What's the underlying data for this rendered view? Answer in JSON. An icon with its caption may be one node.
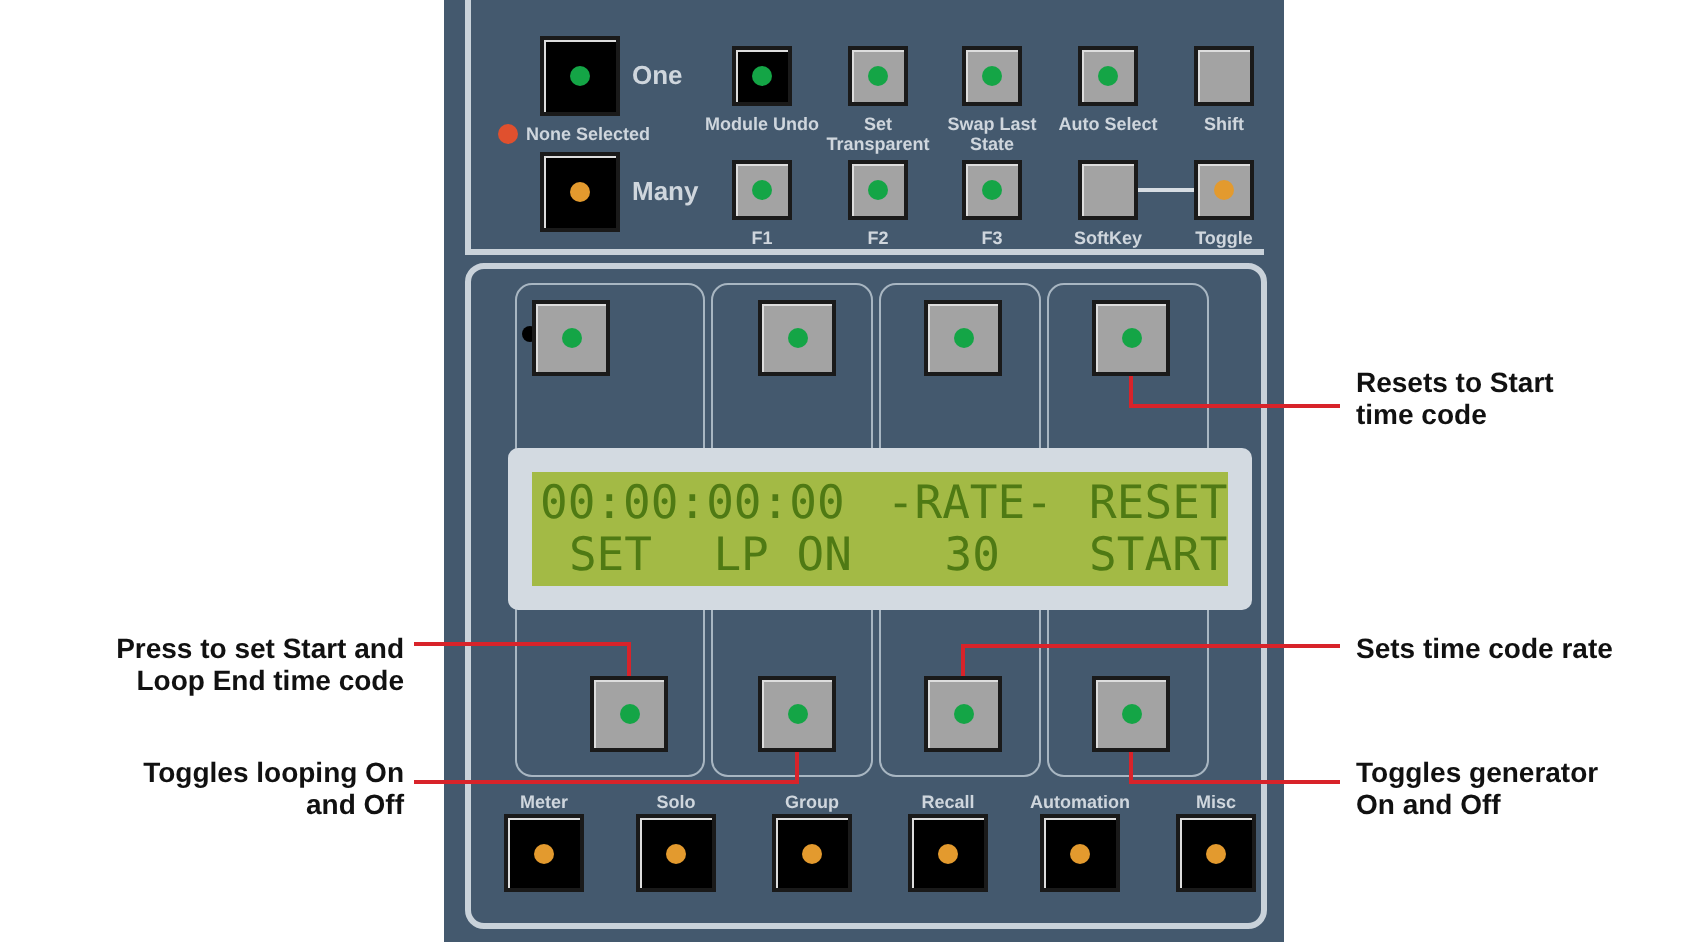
{
  "diagram": {
    "nodes": [
      {
        "text": [
          "One"
        ]
      },
      {
        "text": [
          "Many"
        ]
      },
      {
        "text": [
          "Module Undo"
        ]
      },
      {
        "text": [
          "Set Transparent"
        ]
      },
      {
        "text": [
          "Swap Last State"
        ]
      },
      {
        "text": [
          "Auto Select"
        ]
      },
      {
        "text": [
          "Shift"
        ]
      },
      {
        "text": [
          "F1"
        ]
      },
      {
        "text": [
          "F2"
        ]
      },
      {
        "text": [
          "F3"
        ]
      },
      {
        "text": [
          "SoftKey"
        ]
      },
      {
        "text": [
          "Toggle"
        ]
      },
      {
        "text": [],
        "shape": "box"
      },
      {
        "text": [],
        "shape": "box"
      },
      {
        "text": [],
        "shape": "box"
      },
      {
        "text": [],
        "shape": "box"
      },
      {
        "text": [
          "00:00:00:00",
          "-RATE-",
          "RESET",
          "SET",
          "LP ON",
          "30",
          "START"
        ]
      },
      {
        "text": [],
        "shape": "box"
      },
      {
        "text": [],
        "shape": "box"
      },
      {
        "text": [],
        "shape": "box"
      },
      {
        "text": [],
        "shape": "box"
      },
      {
        "text": [
          "Meter"
        ]
      },
      {
        "text": [
          "Solo"
        ]
      },
      {
        "text": [
          "Group"
        ]
      },
      {
        "text": [
          "Recall"
        ]
      },
      {
        "text": [
          "Automation"
        ]
      },
      {
        "text": [
          "Misc"
        ]
      },
      {
        "text": [
          "Resets to Start time code"
        ]
      },
      {
        "text": [
          "Press to set Start and Loop End time code"
        ]
      },
      {
        "text": [
          "Sets time code rate"
        ]
      },
      {
        "text": [
          "Toggles looping On and Off"
        ]
      },
      {
        "text": [
          "Toggles generator On and Off"
        ]
      }
    ],
    "edges": [
      {
        "from": 10,
        "to": 11,
        "arrow": "none",
        "color": "#d7dde3"
      },
      {
        "from": 27,
        "to": 15,
        "arrow": "none"
      },
      {
        "from": 28,
        "to": 17,
        "arrow": "none"
      },
      {
        "from": 29,
        "to": 19,
        "arrow": "none"
      },
      {
        "from": 30,
        "to": 18,
        "arrow": "none"
      },
      {
        "from": 31,
        "to": 20,
        "arrow": "none"
      }
    ],
    "labels": [
      "None Selected"
    ]
  }
}
